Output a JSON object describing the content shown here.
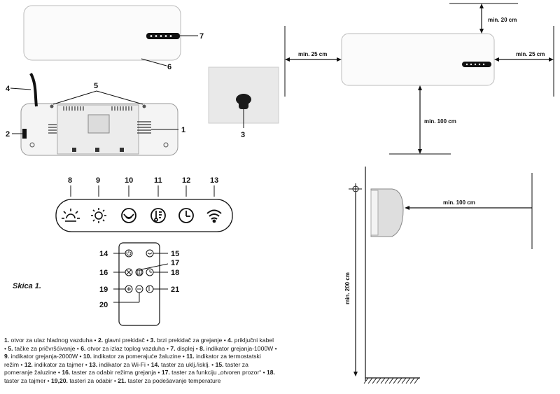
{
  "heater_front": {
    "label_display": "7",
    "label_outlet": "6"
  },
  "heater_back": {
    "label_intake": "1",
    "label_main_switch": "2",
    "label_cable": "4",
    "label_mount_points": "5"
  },
  "detail": {
    "label_quick_switch": "3"
  },
  "display_panel": {
    "indicators": [
      {
        "num": "8",
        "icon": "sun-1000w-icon"
      },
      {
        "num": "9",
        "icon": "sun-2000w-icon"
      },
      {
        "num": "10",
        "icon": "louver-icon"
      },
      {
        "num": "11",
        "icon": "thermostat-icon"
      },
      {
        "num": "12",
        "icon": "clock-icon"
      },
      {
        "num": "13",
        "icon": "wifi-icon"
      }
    ]
  },
  "remote": {
    "labels": {
      "b14": "14",
      "b15": "15",
      "b16": "16",
      "b17": "17",
      "b18": "18",
      "b19": "19",
      "b20": "20",
      "b21": "21"
    }
  },
  "sketch_caption": "Skica 1.",
  "clearances": {
    "top": "min. 20 cm",
    "left": "min. 25 cm",
    "right": "min. 25 cm",
    "bottom": "min. 100 cm",
    "front": "min. 100 cm",
    "floor": "min. 200 cm"
  },
  "legend_items": [
    {
      "n": "1.",
      "t": "otvor za ulaz hladnog vazduha"
    },
    {
      "n": "2.",
      "t": "glavni prekidač"
    },
    {
      "n": "3.",
      "t": "brzi prekidač za grejanje"
    },
    {
      "n": "4.",
      "t": "priključni kabel"
    },
    {
      "n": "5.",
      "t": "tačke za pričvršćivanje"
    },
    {
      "n": "6.",
      "t": "otvor za izlaz toplog vazduha"
    },
    {
      "n": "7.",
      "t": "displej"
    },
    {
      "n": "8.",
      "t": "indikator grejanja-1000W"
    },
    {
      "n": "9.",
      "t": "indikator grejanja-2000W"
    },
    {
      "n": "10.",
      "t": "indikator za pomerajuće žaluzine"
    },
    {
      "n": "11.",
      "t": "indikator za termostatski režim"
    },
    {
      "n": "12.",
      "t": "indikator za tajmer"
    },
    {
      "n": "13.",
      "t": "indikator za Wi-Fi"
    },
    {
      "n": "14.",
      "t": "taster za uklj./isklj."
    },
    {
      "n": "15.",
      "t": "taster za pomeranje žaluzine"
    },
    {
      "n": "16.",
      "t": "taster za odabir režima grejanja"
    },
    {
      "n": "17.",
      "t": "taster za funkciju „otvoren prozor“"
    },
    {
      "n": "18.",
      "t": "taster za tajmer"
    },
    {
      "n": "19,20.",
      "t": "tasteri za odabir"
    },
    {
      "n": "21.",
      "t": "taster za podešavanje temperature"
    }
  ]
}
